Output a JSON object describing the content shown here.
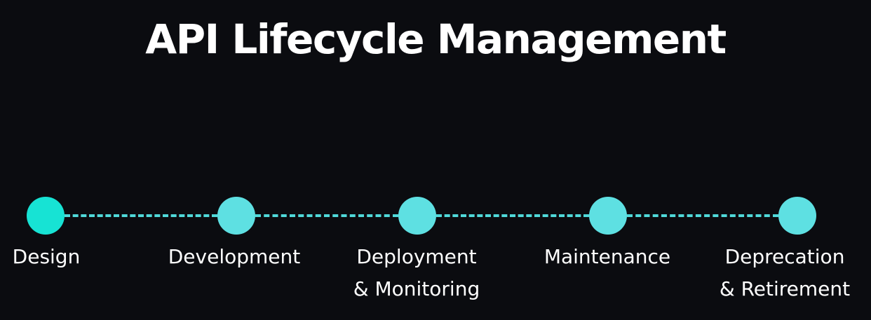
{
  "title": "API Lifecycle Management",
  "colors": {
    "background": "#0b0c10",
    "accent": "#5ee0e2",
    "accent_first": "#17e3d4",
    "text": "#ffffff"
  },
  "stages": [
    {
      "line1": "Design",
      "line2": ""
    },
    {
      "line1": "Development",
      "line2": ""
    },
    {
      "line1": "Deployment",
      "line2": "& Monitoring"
    },
    {
      "line1": "Maintenance",
      "line2": ""
    },
    {
      "line1": "Deprecation",
      "line2": "& Retirement"
    }
  ]
}
